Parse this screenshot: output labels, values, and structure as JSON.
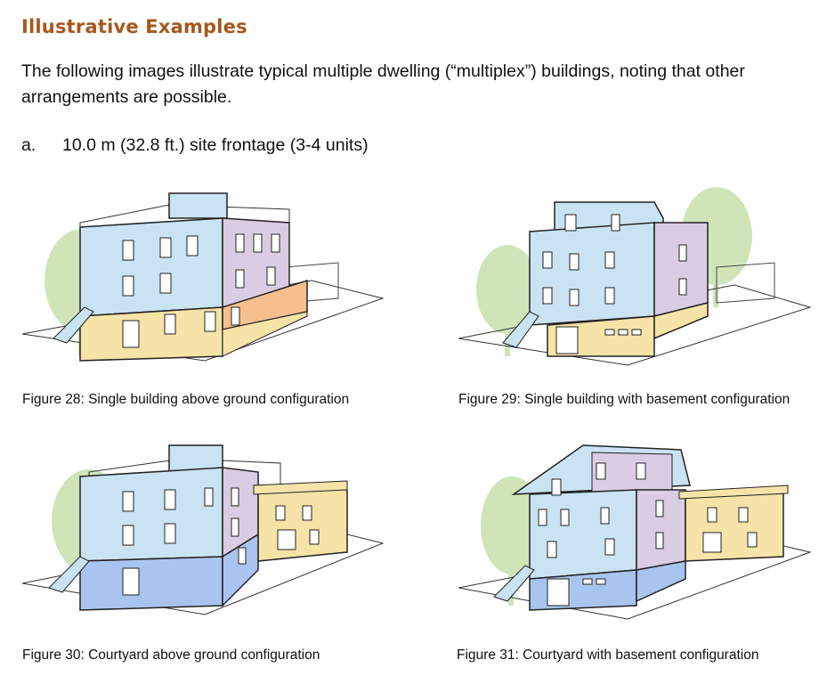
{
  "heading": "Illustrative Examples",
  "intro": "The following images illustrate typical multiple dwelling (“multiplex”) buildings, noting that other arrangements are possible.",
  "list_item": {
    "marker": "a.",
    "text": "10.0 m (32.8 ft.) site frontage (3-4 units)"
  },
  "figures": [
    {
      "caption": "Figure 28: Single building above ground configuration"
    },
    {
      "caption": "Figure 29: Single building with basement configuration"
    },
    {
      "caption": "Figure 30: Courtyard above ground configuration"
    },
    {
      "caption": "Figure 31: Courtyard with basement configuration"
    }
  ],
  "colors": {
    "heading": "#a8571b",
    "unit_blue": "#c9e3f2",
    "unit_purple": "#d9cce3",
    "unit_yellow": "#f6e3a8",
    "unit_orange": "#f5c08e",
    "unit_basement_blue": "#a9c4ee",
    "tree_green": "#cfe5b8"
  }
}
